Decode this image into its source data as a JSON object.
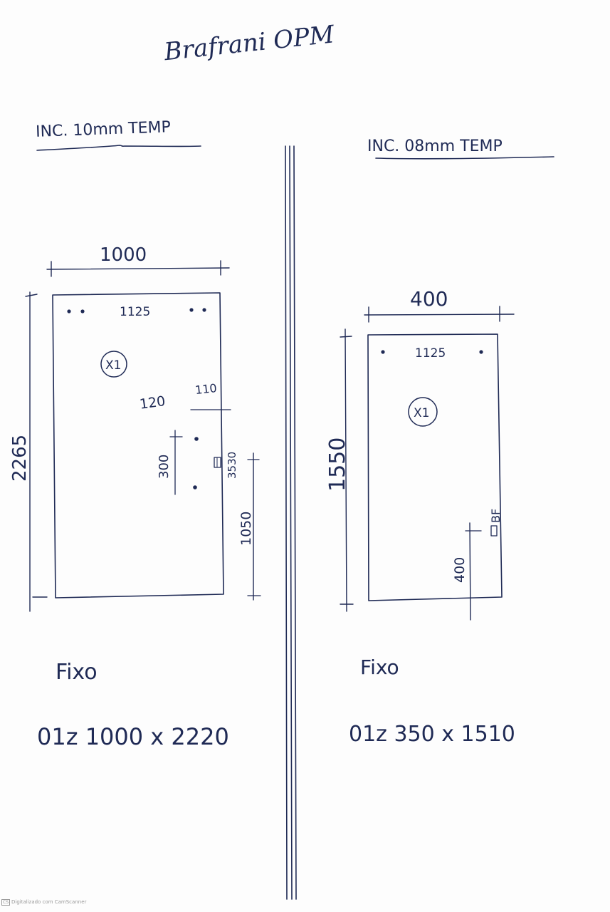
{
  "signature": "Brafrani OPM",
  "left_panel": {
    "title": "INC. 10mm TEMP",
    "width_dim": "1000",
    "height_dim": "2265",
    "top_hole_spacing": "1125",
    "quantity_mark": "X1",
    "hole_diameter_note": "120",
    "hole_offset_note": "110",
    "hole_spacing_vertical": "300",
    "hardware_height": "3530",
    "handle_height": "1050",
    "type_label": "Fixo",
    "spec_line": "01z 1000 x 2220"
  },
  "right_panel": {
    "title": "INC. 08mm TEMP",
    "width_dim": "400",
    "height_dim": "1550",
    "top_hole_spacing": "1125",
    "quantity_mark": "X1",
    "lock_label": "BF",
    "lock_height": "400",
    "type_label": "Fixo",
    "spec_line": "01z 350 x 1510"
  },
  "footer": {
    "scanner_badge": "CS",
    "scanner_text": "Digitalizado com CamScanner"
  },
  "colors": {
    "ink": "#1f2a55",
    "paper": "#fdfdfd"
  }
}
